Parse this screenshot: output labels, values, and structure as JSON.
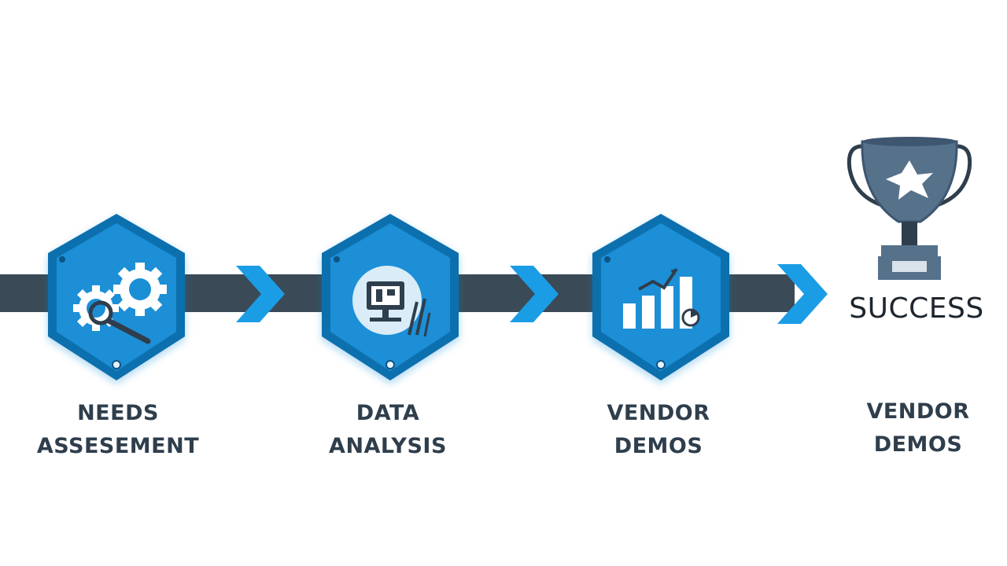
{
  "colors": {
    "track": "#3a4a56",
    "hexagon_fill": "#1a8fd6",
    "hexagon_border": "#0f6fae",
    "arrow": "#1b9de6",
    "trophy": "#56718a",
    "label_text": "#2f3e4c"
  },
  "steps": [
    {
      "line1": "NEEDS",
      "line2": "ASSESEMENT",
      "icon": "gears-magnifier-icon"
    },
    {
      "line1": "DATA",
      "line2": "ANALYSIS",
      "icon": "monitor-tools-icon"
    },
    {
      "line1": "VENDOR",
      "line2": "DEMOS",
      "icon": "bar-chart-icon"
    },
    {
      "line1": "VENDOR",
      "line2": "DEMOS",
      "icon": "trophy-icon"
    }
  ],
  "success": {
    "label": "SUCCESS"
  }
}
